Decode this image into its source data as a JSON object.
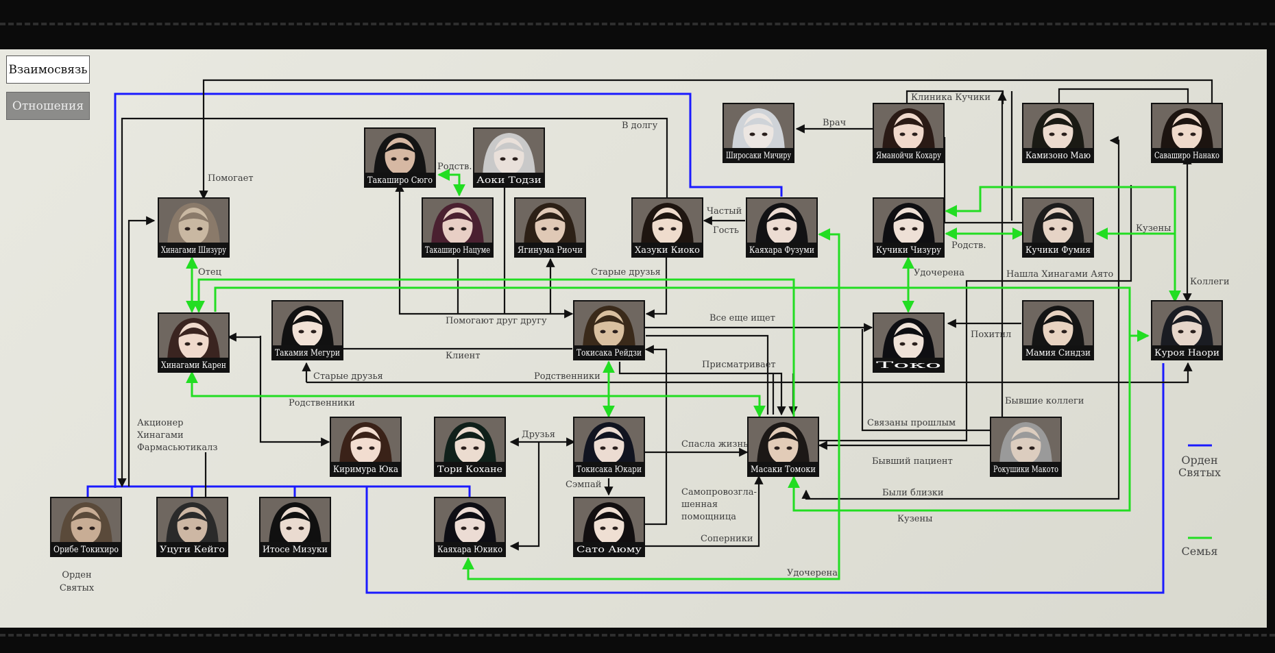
{
  "tabs": {
    "relations": "Взаимосвязь",
    "attitudes": "Отношения"
  },
  "colors": {
    "order": "#1a1aff",
    "family": "#22dd22",
    "relation": "#111111"
  },
  "characters": [
    {
      "id": "shizuru",
      "name": "Хинагами Шизуру",
      "hair": "#8a7a6a",
      "skin": "#c9b8a2"
    },
    {
      "id": "karen",
      "name": "Хинагами Карен",
      "hair": "#3a2420",
      "skin": "#efd9cc"
    },
    {
      "id": "meguri",
      "name": "Такамия Мегури",
      "hair": "#111111",
      "skin": "#f1e2d6"
    },
    {
      "id": "shugo",
      "name": "Такаширо Сюго",
      "hair": "#141414",
      "skin": "#d6b8a3"
    },
    {
      "id": "toji",
      "name": "Аоки Тодзи",
      "hair": "#c9c9c9",
      "skin": "#e9e0da"
    },
    {
      "id": "natsume",
      "name": "Такаширо Нацуме",
      "hair": "#4a2030",
      "skin": "#e8cfc5"
    },
    {
      "id": "riochi",
      "name": "Ягинума Риочи",
      "hair": "#2c2016",
      "skin": "#e0c9b6"
    },
    {
      "id": "kioko",
      "name": "Хазуки Киоко",
      "hair": "#1e1510",
      "skin": "#efdccd"
    },
    {
      "id": "fuzumi",
      "name": "Каяхара Фузуми",
      "hair": "#121214",
      "skin": "#ecdcd2"
    },
    {
      "id": "michiru",
      "name": "Широсаки Мичиру",
      "hair": "#cfd3d8",
      "skin": "#ece6e2"
    },
    {
      "id": "koharu",
      "name": "Яманойчи Кохару",
      "hair": "#2a1a15",
      "skin": "#f0d9cc"
    },
    {
      "id": "mayu",
      "name": "Камизоно Маю",
      "hair": "#1a1a14",
      "skin": "#ecdbcf"
    },
    {
      "id": "nanako",
      "name": "Саваширо Нанако",
      "hair": "#1c1410",
      "skin": "#efdacb"
    },
    {
      "id": "chizuru",
      "name": "Кучики Чизуру",
      "hair": "#0f0f12",
      "skin": "#eee0d6"
    },
    {
      "id": "fumiya",
      "name": "Кучики Фумия",
      "hair": "#1c1c1c",
      "skin": "#e6d4c6"
    },
    {
      "id": "reiji",
      "name": "Токисака Рейдзи",
      "hair": "#3a2a1a",
      "skin": "#d9c0a0"
    },
    {
      "id": "toko",
      "name": "Токо",
      "hair": "#0e0e12",
      "skin": "#efe2d8"
    },
    {
      "id": "shinji",
      "name": "Мамия Синдзи",
      "hair": "#141414",
      "skin": "#e8d3c1"
    },
    {
      "id": "naori",
      "name": "Куроя Наори",
      "hair": "#1a1c22",
      "skin": "#e6d6ca"
    },
    {
      "id": "yuka",
      "name": "Киримура Юка",
      "hair": "#3a2218",
      "skin": "#f2ddd0"
    },
    {
      "id": "kohane",
      "name": "Тори Кохане",
      "hair": "#10201a",
      "skin": "#ecdcd0"
    },
    {
      "id": "yukari",
      "name": "Токисака Юкари",
      "hair": "#111420",
      "skin": "#ecdcd2"
    },
    {
      "id": "tomoki",
      "name": "Масаки Томоки",
      "hair": "#1c1816",
      "skin": "#e2ccb8"
    },
    {
      "id": "makoto",
      "name": "Рокушики Макото",
      "hair": "#9a9a9a",
      "skin": "#dccdbf"
    },
    {
      "id": "tokihiro",
      "name": "Орибе Токихиро",
      "hair": "#5a4a3a",
      "skin": "#c8ad95"
    },
    {
      "id": "keigo",
      "name": "Уцуги Кейго",
      "hair": "#2a2a2a",
      "skin": "#cdb7a4"
    },
    {
      "id": "mizuki",
      "name": "Итосе Мизуки",
      "hair": "#101010",
      "skin": "#eadbd0"
    },
    {
      "id": "yukiko",
      "name": "Каяхара Юкико",
      "hair": "#0e0e14",
      "skin": "#ecdcd4"
    },
    {
      "id": "ayumu",
      "name": "Сато Аюму",
      "hair": "#120f10",
      "skin": "#efdfd3"
    }
  ],
  "labels": {
    "pomogaet": "Помогает",
    "otets": "Отец",
    "rodstv1": "Родств.",
    "vdolgu": "В долгу",
    "vrach": "Врач",
    "klinika": "Клиника Кучики",
    "chastyi": "Частый",
    "gost": "Гость",
    "staryedruzya1": "Старые друзья",
    "pomogayut": "Помогают друг другу",
    "klient": "Клиент",
    "vsesheishet": "Все еще ищет",
    "prismatrivaet": "Присматривает",
    "staryedruzya2": "Старые друзья",
    "rodstvenniki1": "Родственники",
    "rodstvenniki2": "Родственники",
    "udocherena1": "Удочерена",
    "rodstv2": "Родств.",
    "kuzeny1": "Кузены",
    "kollegi": "Коллеги",
    "nashla": "Нашла Хинагами Аято",
    "pohitil": "Похитил",
    "byvshiekollegi": "Бывшие коллеги",
    "svyazany": "Связаны прошлым",
    "byvshiipacient": "Бывший пациент",
    "bylibliski": "Были близки",
    "kuzeny2": "Кузены",
    "spasla": "Спасла жизнь",
    "druzya": "Друзья",
    "sempai": "Сэмпай",
    "samoprov1": "Самопровозгла-",
    "samoprov2": "шенная",
    "samoprov3": "помощница",
    "soperniki": "Соперники",
    "udocherena2": "Удочерена",
    "akcioner1": "Акционер",
    "akcioner2": "Хинагами",
    "akcioner3": "Фармасьютикалз",
    "orden1": "Орден",
    "orden2": "Святых"
  },
  "legend": {
    "order_line1": "Орден",
    "order_line2": "Святых",
    "family": "Семья"
  }
}
